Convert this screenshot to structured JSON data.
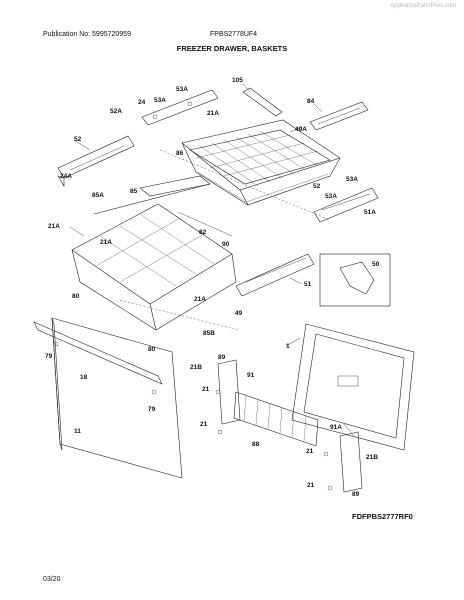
{
  "header": {
    "source": "AppliancePartsPros.com",
    "publication": "Publication No: 5995720959",
    "model": "FPBS2778UF4",
    "title": "FREEZER DRAWER, BASKETS"
  },
  "footer": {
    "model_code": "FDFPBS2777RF0",
    "date": "03/20"
  },
  "callouts": [
    {
      "id": "c105",
      "text": "105"
    },
    {
      "id": "c84",
      "text": "84"
    },
    {
      "id": "c53a1",
      "text": "53A"
    },
    {
      "id": "c24a",
      "text": "24"
    },
    {
      "id": "c52a",
      "text": "52A"
    },
    {
      "id": "c53a2",
      "text": "53A"
    },
    {
      "id": "c21a1",
      "text": "21A"
    },
    {
      "id": "c49a",
      "text": "49A"
    },
    {
      "id": "c52",
      "text": "52"
    },
    {
      "id": "c86",
      "text": "86"
    },
    {
      "id": "c24a2",
      "text": "24A"
    },
    {
      "id": "c53a3",
      "text": "53A"
    },
    {
      "id": "c52b",
      "text": "52"
    },
    {
      "id": "c53a4",
      "text": "53A"
    },
    {
      "id": "c85",
      "text": "85"
    },
    {
      "id": "c85a",
      "text": "85A"
    },
    {
      "id": "c51a",
      "text": "51A"
    },
    {
      "id": "c21a2",
      "text": "21A"
    },
    {
      "id": "c82",
      "text": "82"
    },
    {
      "id": "c21a3",
      "text": "21A"
    },
    {
      "id": "c90",
      "text": "90"
    },
    {
      "id": "c50",
      "text": "50"
    },
    {
      "id": "c51",
      "text": "51"
    },
    {
      "id": "c80a",
      "text": "80"
    },
    {
      "id": "c21a4",
      "text": "21A"
    },
    {
      "id": "c49",
      "text": "49"
    },
    {
      "id": "c85b",
      "text": "85B"
    },
    {
      "id": "c1",
      "text": "1"
    },
    {
      "id": "c79a",
      "text": "79"
    },
    {
      "id": "c80b",
      "text": "80"
    },
    {
      "id": "c89a",
      "text": "89"
    },
    {
      "id": "c21b1",
      "text": "21B"
    },
    {
      "id": "c18",
      "text": "18"
    },
    {
      "id": "c91",
      "text": "91"
    },
    {
      "id": "c21a",
      "text": "21"
    },
    {
      "id": "c79b",
      "text": "79"
    },
    {
      "id": "c21b",
      "text": "21"
    },
    {
      "id": "c11",
      "text": "11"
    },
    {
      "id": "c88",
      "text": "88"
    },
    {
      "id": "c91a",
      "text": "91A"
    },
    {
      "id": "c21c",
      "text": "21"
    },
    {
      "id": "c21b2",
      "text": "21B"
    },
    {
      "id": "c21d",
      "text": "21"
    },
    {
      "id": "c89b",
      "text": "89"
    }
  ]
}
